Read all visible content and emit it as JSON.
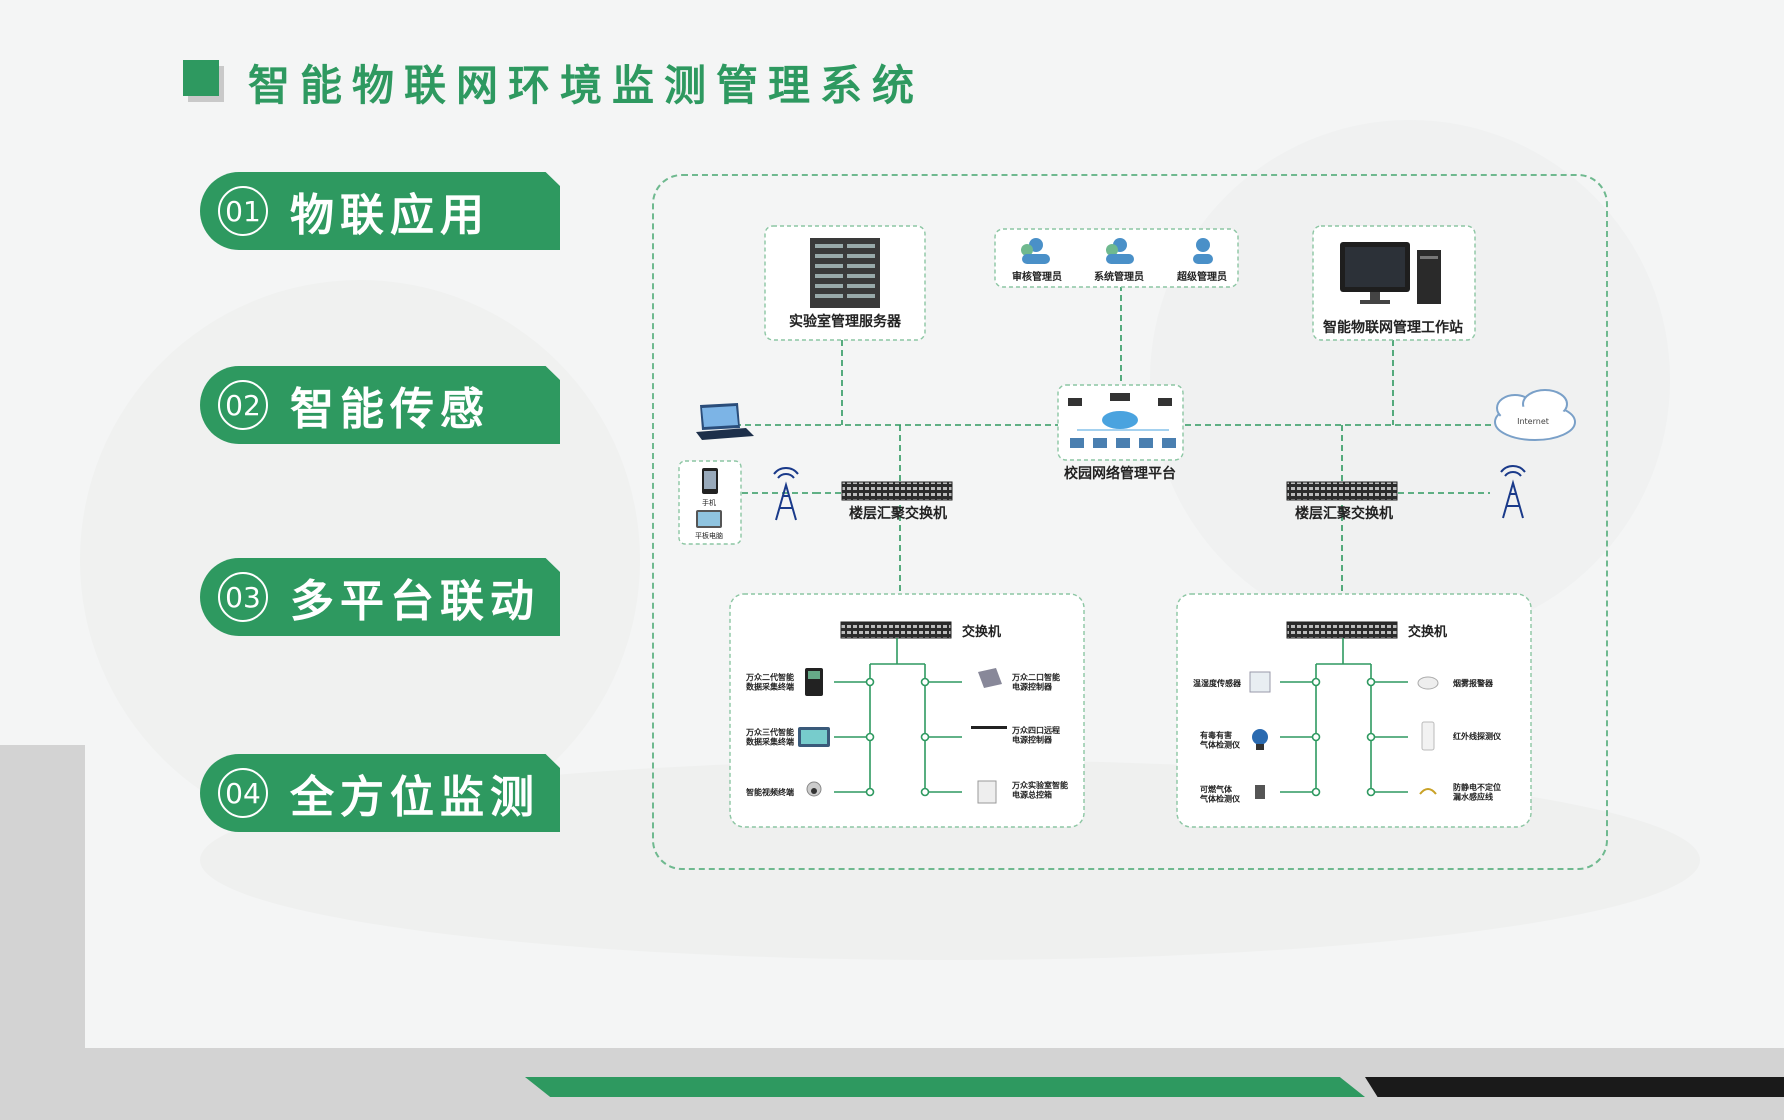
{
  "title": "智能物联网环境监测管理系统",
  "tabs": [
    {
      "num": "01",
      "label": "物联应用"
    },
    {
      "num": "02",
      "label": "智能传感"
    },
    {
      "num": "03",
      "label": "多平台联动"
    },
    {
      "num": "04",
      "label": "全方位监测"
    }
  ],
  "diagram": {
    "server_label": "实验室管理服务器",
    "admins": [
      "审核管理员",
      "系统管理员",
      "超级管理员"
    ],
    "workstation_label": "智能物联网管理工作站",
    "platform_label": "校园网络管理平台",
    "internet_label": "Internet",
    "phone_label": "手机",
    "tablet_label": "平板电脑",
    "floor_switch_label": "楼层汇聚交换机",
    "switch_label": "交换机",
    "left_group": {
      "left_devices": [
        "万众二代智能\n数据采集终端",
        "万众三代智能\n数据采集终端",
        "智能视频终端"
      ],
      "right_devices": [
        "万众二口智能\n电源控制器",
        "万众四口远程\n电源控制器",
        "万众实验室智能\n电源总控箱"
      ]
    },
    "right_group": {
      "left_devices": [
        "温湿度传感器",
        "有毒有害\n气体检测仪",
        "可燃气体\n气体检测仪"
      ],
      "right_devices": [
        "烟雾报警器",
        "红外线探测仪",
        "防静电不定位\n漏水感应线"
      ]
    }
  },
  "colors": {
    "accent": "#2e9960",
    "dash": "#6fb98f"
  }
}
